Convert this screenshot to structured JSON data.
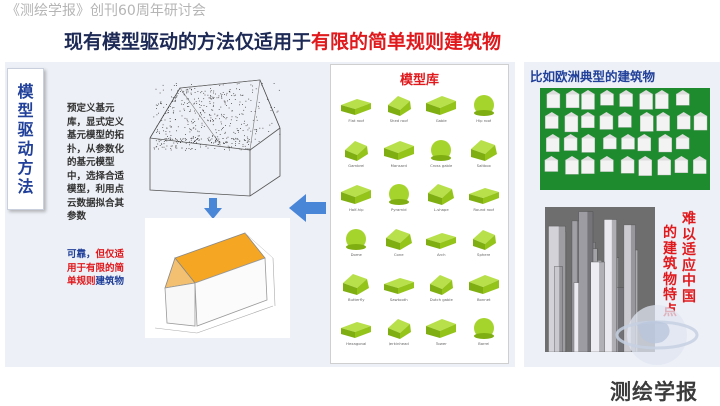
{
  "header": {
    "watermark": "《测绘学报》创刊60周年研讨会",
    "title_prefix": "现有模型驱动的方法仅适用于",
    "title_highlight": "有限的简单规则建筑物"
  },
  "side_tab": {
    "chars": [
      "模",
      "型",
      "驱",
      "动",
      "方",
      "法"
    ]
  },
  "left": {
    "description": "预定义基元库，显式定义基元模型的拓扑，从参数化的基元模型中，选择合适模型，利用点云数据拟合其参数",
    "note_blue": "可靠，",
    "note_red": "但仅适用于有限的简单规则",
    "note_blue_end": "建筑物"
  },
  "library": {
    "title": "模型库",
    "labels": [
      "Flat roof",
      "Shed roof",
      "Gable",
      "Hip roof",
      "Gambrel",
      "Mansard",
      "Cross gable",
      "Saltbox",
      "Half-hip",
      "Pyramid",
      "L-shape",
      "Round roof",
      "Dome",
      "Cone",
      "Arch",
      "Sphere",
      "Butterfly",
      "Sawtooth",
      "Dutch gable",
      "Bonnet",
      "Hexagonal",
      "Jerkinhead",
      "Tower",
      "Barrel"
    ]
  },
  "right": {
    "title": "比如欧洲典型的建筑物",
    "vertical_a": [
      "的",
      "建",
      "筑",
      "物",
      "特",
      "点"
    ],
    "vertical_b": [
      "难",
      "以",
      "适",
      "应",
      "中",
      "国"
    ]
  },
  "footer": {
    "journal_name": "测绘学报"
  },
  "colors": {
    "title": "#1e2a56",
    "accent_red": "#e0191d",
    "accent_blue": "#21409a",
    "model_green": "#9ad21a",
    "roof_orange": "#f5a623"
  }
}
